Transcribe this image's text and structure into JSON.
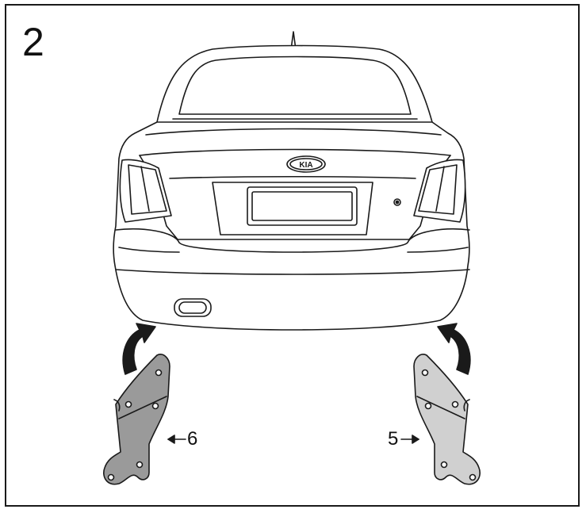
{
  "step_number": "2",
  "car": {
    "badge_text": "KIA"
  },
  "parts": [
    {
      "callout": "6",
      "side": "left"
    },
    {
      "callout": "5",
      "side": "right"
    }
  ],
  "colors": {
    "line": "#1a1a1a",
    "bracket_left_fill": "#9a9a9a",
    "bracket_right_fill": "#d0d0d0",
    "car_fill": "#ffffff"
  },
  "icons": [
    "curved-arrow-icon",
    "pointer-arrow-icon"
  ]
}
